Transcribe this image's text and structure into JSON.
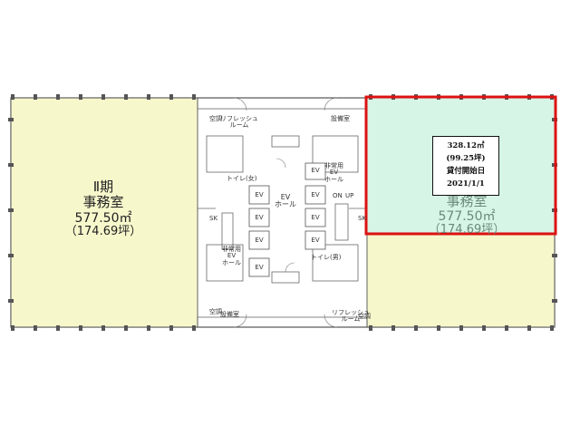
{
  "left_office": {
    "phase": "Ⅱ期",
    "name": "事務室",
    "area": "577.50㎡",
    "tsubo": "（174.69坪）"
  },
  "right_office": {
    "name": "事務室",
    "area": "577.50㎡",
    "tsubo": "（174.69坪）"
  },
  "callout": {
    "area": "328.12㎡",
    "tsubo": "(99.25坪)",
    "status": "貸付開始日",
    "date": "2021/1/1"
  },
  "core": {
    "ev_hall": "EV\nホール",
    "ev": "EV",
    "toilet_female": "トイレ(女)",
    "toilet_male": "トイレ(男)",
    "emergency_ev_hall": "非常用\nEV\nホール",
    "refresh_room": "リフレッシュ\nルーム",
    "equipment_room": "設備室",
    "air_con": "空調",
    "sk": "SK",
    "on": "ON",
    "up": "UP"
  },
  "colors": {
    "left_office_fill": "#f7f7cc",
    "right_office_fill": "#f7f7cc",
    "highlight_fill": "#d6f5e6",
    "highlight_border": "#dd1111",
    "wall": "#555555"
  }
}
